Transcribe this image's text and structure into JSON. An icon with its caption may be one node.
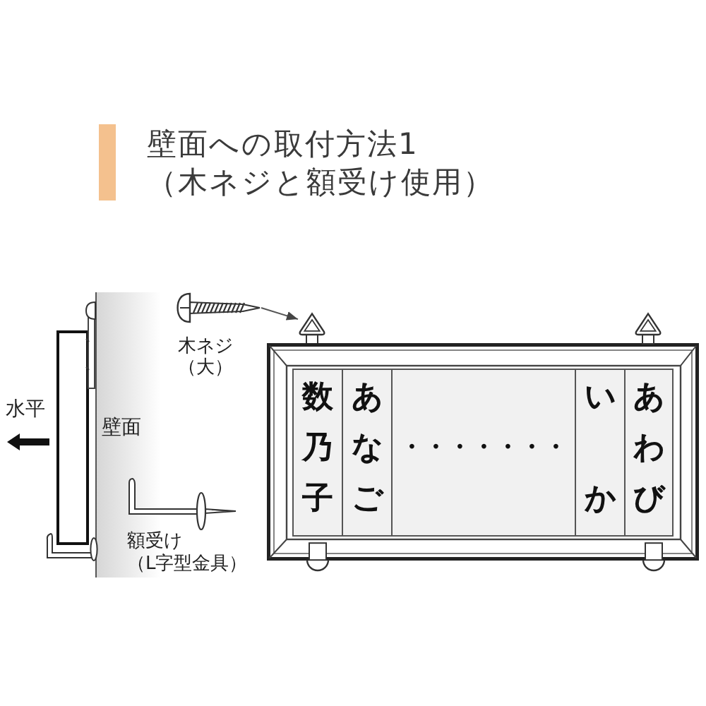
{
  "diagram": {
    "title": "壁面への取付方法1（木ネジと額受け使用）",
    "nodes": [
      {
        "text": [],
        "shape": "picture",
        "beside": [
          "木ネジ（大）"
        ]
      },
      {
        "text": [],
        "shape": "picture"
      },
      {
        "text": [],
        "shape": "box"
      },
      {
        "text": [
          "数乃子"
        ],
        "in": 2
      },
      {
        "text": [
          "あなご"
        ],
        "in": 2
      },
      {
        "text": [
          "・・・・・・・"
        ],
        "in": 2
      },
      {
        "text": [
          "いか"
        ],
        "in": 2
      },
      {
        "text": [
          "あわび"
        ],
        "in": 2
      }
    ],
    "edges": [
      {
        "from": 0,
        "to": 1,
        "arrow": "to"
      }
    ],
    "labels": [
      "水平",
      "壁面",
      "額受け（L字型金具）"
    ]
  }
}
